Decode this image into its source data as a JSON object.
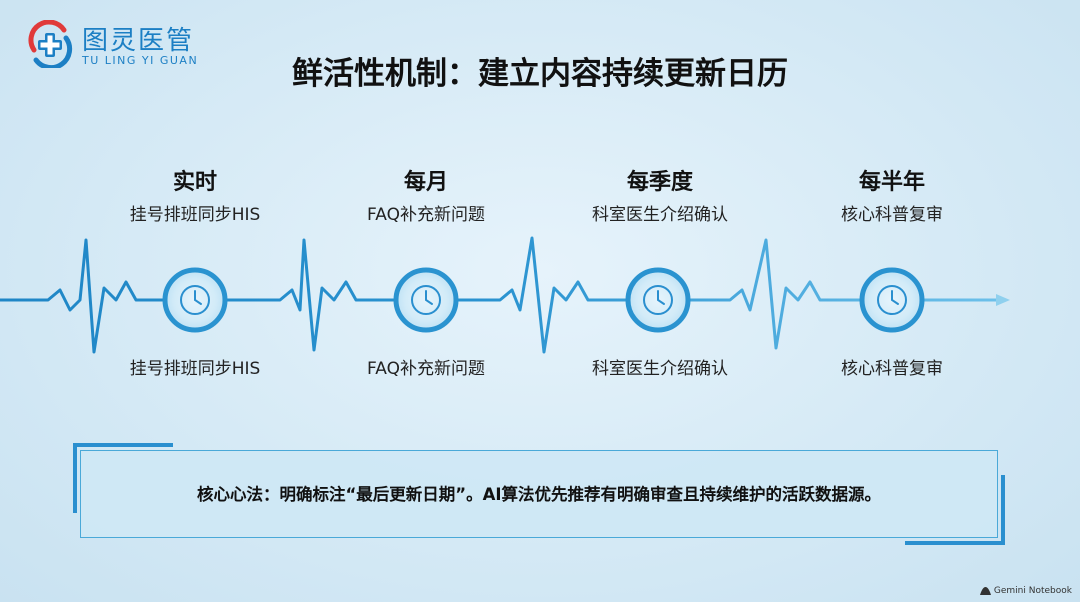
{
  "logo": {
    "name": "图灵医管",
    "subtitle": "TU LING YI GUAN",
    "icon": "medical-cross-logo",
    "colors": {
      "blue": "#1c7fc4",
      "red": "#e03a3a"
    }
  },
  "title": "鲜活性机制：建立内容持续更新日历",
  "timeline": [
    {
      "frequency": "实时",
      "top_desc": "挂号排班同步HIS",
      "bottom_desc": "挂号排班同步HIS",
      "icon": "clock-icon"
    },
    {
      "frequency": "每月",
      "top_desc": "FAQ补充新问题",
      "bottom_desc": "FAQ补充新问题",
      "icon": "clock-icon"
    },
    {
      "frequency": "每季度",
      "top_desc": "科室医生介绍确认",
      "bottom_desc": "科室医生介绍确认",
      "icon": "clock-icon"
    },
    {
      "frequency": "每半年",
      "top_desc": "核心科普复审",
      "bottom_desc": "核心科普复审",
      "icon": "clock-icon"
    }
  ],
  "callout": {
    "text": "核心心法：明确标注“最后更新日期”。AI算法优先推荐有明确审查且持续维护的活跃数据源。"
  },
  "watermark": {
    "text": "Gemini Notebook",
    "icon": "notebook-logo-icon"
  },
  "colors": {
    "accent": "#2a8fcf",
    "wave_light": "#8fd0ee",
    "wave_dark": "#1f86c6"
  }
}
